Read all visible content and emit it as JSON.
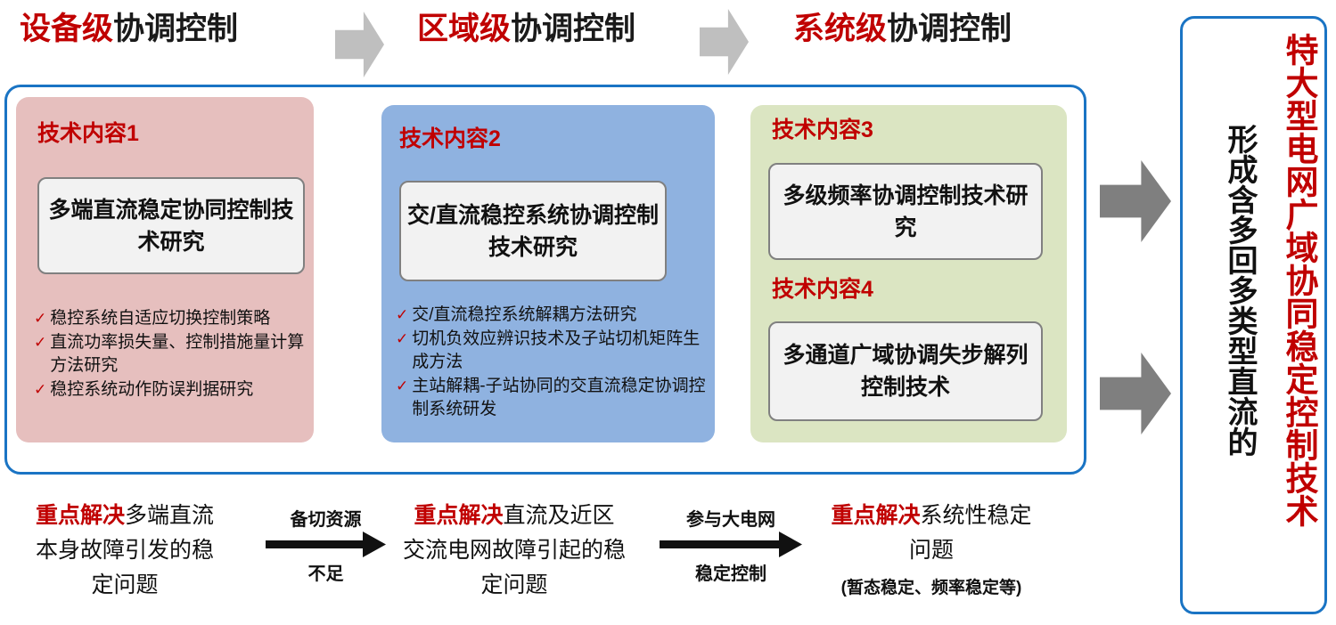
{
  "stages": [
    {
      "highlight": "设备级",
      "rest": "协调控制"
    },
    {
      "highlight": "区域级",
      "rest": "协调控制"
    },
    {
      "highlight": "系统级",
      "rest": "协调控制"
    }
  ],
  "panels": [
    {
      "id": "panel-1",
      "color": "#e6bfbe",
      "sections": [
        {
          "label": "技术内容1",
          "box": "多端直流稳定协同控制技术研究"
        }
      ],
      "bullets": [
        "稳控系统自适应切换控制策略",
        "直流功率损失量、控制措施量计算方法研究",
        "稳控系统动作防误判据研究"
      ]
    },
    {
      "id": "panel-2",
      "color": "#8fb2e0",
      "sections": [
        {
          "label": "技术内容2",
          "box": "交/直流稳控系统协调控制技术研究"
        }
      ],
      "bullets": [
        "交/直流稳控系统解耦方法研究",
        "切机负效应辨识技术及子站切机矩阵生成方法",
        "主站解耦-子站协同的交直流稳定协调控制系统研发"
      ]
    },
    {
      "id": "panel-3",
      "color": "#dbe5c2",
      "sections": [
        {
          "label": "技术内容3",
          "box": "多级频率协调控制技术研究"
        },
        {
          "label": "技术内容4",
          "box": "多通道广域协调失步解列控制技术"
        }
      ],
      "bullets": []
    }
  ],
  "bottom": {
    "items": [
      {
        "highlight": "重点解决",
        "rest": "多端直流本身故障引发的稳定问题",
        "note": ""
      },
      {
        "highlight": "重点解决",
        "rest": "直流及近区交流电网故障引起的稳定问题",
        "note": ""
      },
      {
        "highlight": "重点解决",
        "rest": "系统性稳定问题",
        "note": "(暂态稳定、频率稳定等)"
      }
    ],
    "arrows": [
      {
        "top": "备切资源",
        "bottom": "不足"
      },
      {
        "top": "参与大电网",
        "bottom": "稳定控制"
      }
    ]
  },
  "result": {
    "black_text": "形成含多回多类型直流的",
    "red_text": "特大型电网广域协同稳定控制技术"
  },
  "icons": {
    "chevron_top": "right-chevron-arrow",
    "chevron_right": "right-chevron-arrow",
    "tick": "✓"
  },
  "colors": {
    "accent_red": "#c00000",
    "accent_blue": "#1a74c4",
    "panel_pink": "#e6bfbe",
    "panel_blue": "#8fb2e0",
    "panel_green": "#dbe5c2",
    "arrow_gray_light": "#bfbfbf",
    "arrow_gray_dark": "#7f7f7f"
  }
}
